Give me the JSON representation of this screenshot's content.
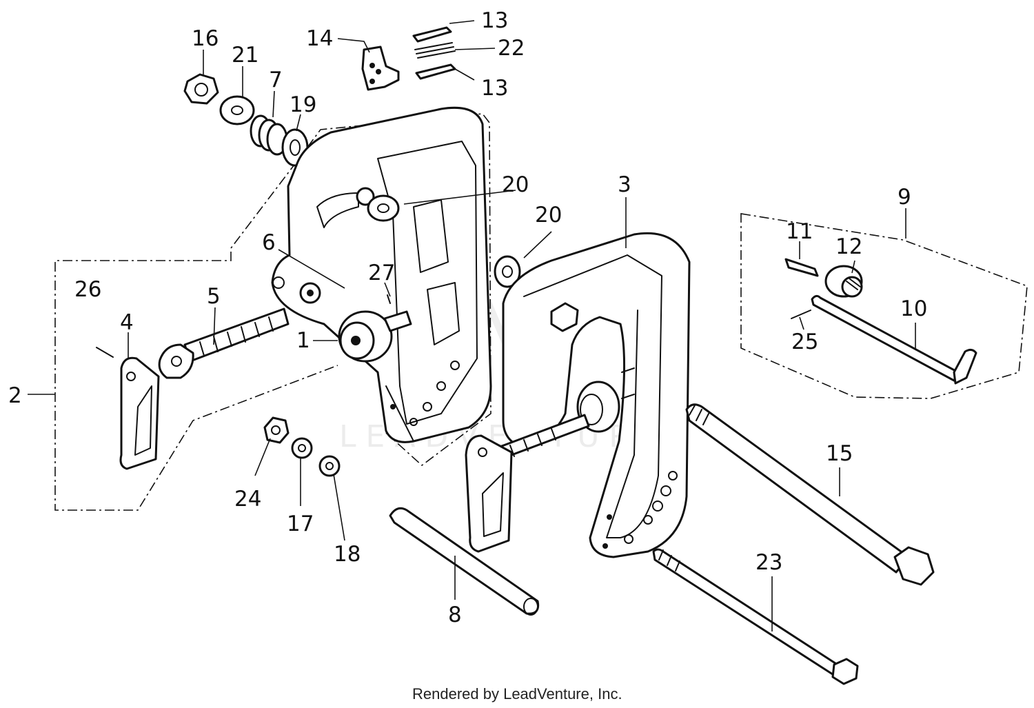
{
  "footer": {
    "text": "Rendered by LeadVenture, Inc."
  },
  "watermark": {
    "text": "LEADVENTURE"
  },
  "callouts": {
    "c1": "1",
    "c2": "2",
    "c3": "3",
    "c4": "4",
    "c5": "5",
    "c6": "6",
    "c7": "7",
    "c8": "8",
    "c9": "9",
    "c10": "10",
    "c11": "11",
    "c12": "12",
    "c13a": "13",
    "c13b": "13",
    "c14": "14",
    "c15": "15",
    "c16": "16",
    "c17": "17",
    "c18": "18",
    "c19": "19",
    "c20a": "20",
    "c20b": "20",
    "c21": "21",
    "c22": "22",
    "c23": "23",
    "c24": "24",
    "c25": "25",
    "c26": "26",
    "c27": "27"
  },
  "colors": {
    "line": "#111111",
    "background": "#ffffff",
    "watermark": "#ececec"
  }
}
